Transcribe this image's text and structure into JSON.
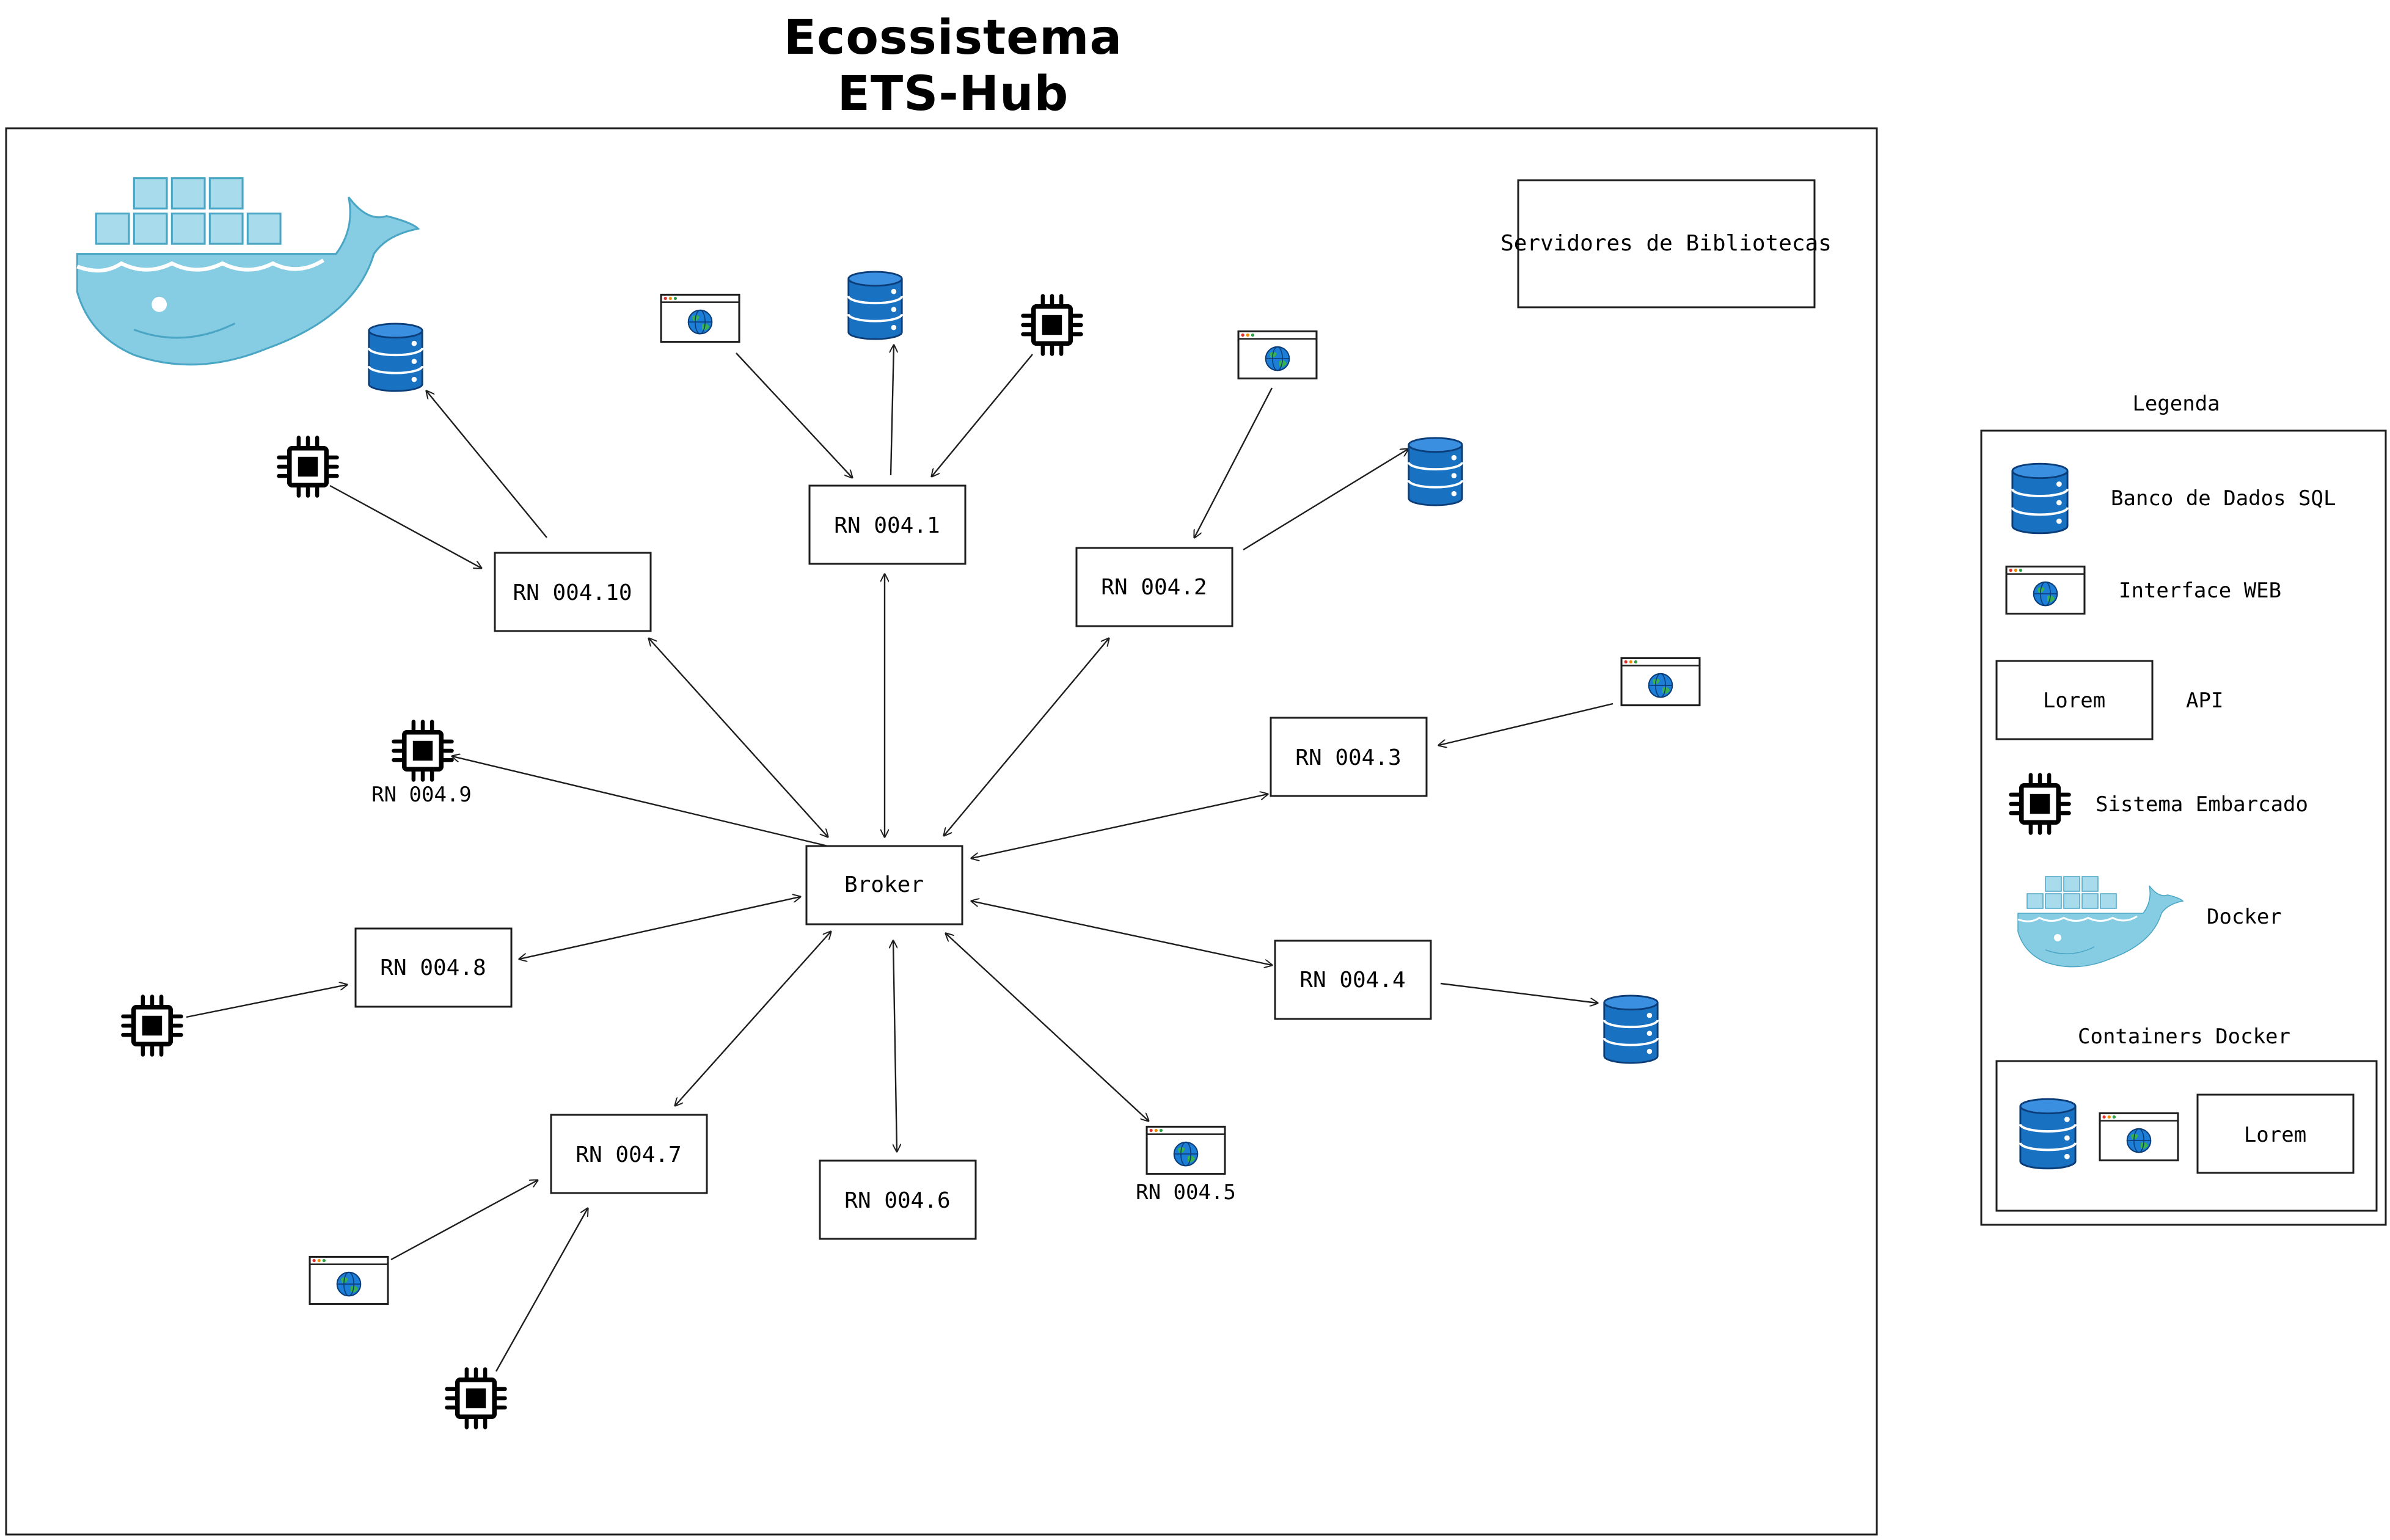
{
  "title": {
    "line1": "Ecossistema",
    "line2": "ETS-Hub"
  },
  "library_servers": "Servidores de Bibliotecas",
  "broker": "Broker",
  "nodes": {
    "rn1": "RN 004.1",
    "rn2": "RN 004.2",
    "rn3": "RN 004.3",
    "rn4": "RN 004.4",
    "rn5": "RN 004.5",
    "rn6": "RN 004.6",
    "rn7": "RN 004.7",
    "rn8": "RN 004.8",
    "rn9": "RN 004.9",
    "rn10": "RN 004.10"
  },
  "legend": {
    "title": "Legenda",
    "sql": "Banco de Dados SQL",
    "web": "Interface WEB",
    "api_box": "Lorem",
    "api": "API",
    "embedded": "Sistema Embarcado",
    "docker": "Docker",
    "containers_title": "Containers Docker",
    "containers_api_box": "Lorem"
  },
  "colors": {
    "stroke": "#1e1e1e",
    "database": "#1971c2",
    "globe": "#1c7ed6",
    "globe_land": "#2f9e44",
    "docker": "#74c0d9",
    "docker_dark": "#3f9fbf"
  }
}
